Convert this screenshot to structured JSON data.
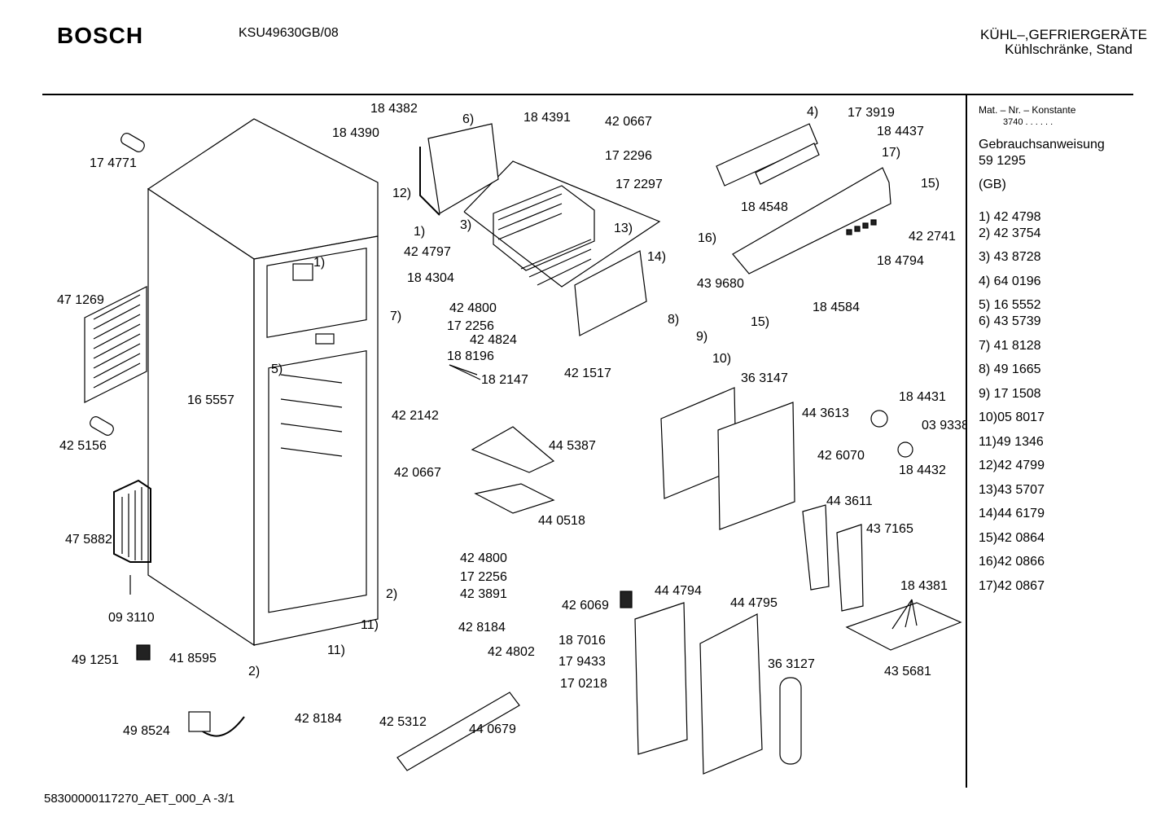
{
  "header": {
    "brand": "BOSCH",
    "model": "KSU49630GB/08",
    "category_line1": "KÜHL–,GEFRIERGERÄTE",
    "category_line2": "Kühlschränke, Stand"
  },
  "footer": {
    "document_id": "58300000117270_AET_000_A -3/1"
  },
  "sidebar": {
    "mat_label": "Mat. – Nr. – Konstante",
    "mat_value": "3740 . . . . . .",
    "manual_label": "Gebrauchsanweisung",
    "manual_number": "59 1295",
    "region": "(GB)",
    "refs": [
      "1) 42 4798",
      "2) 42 3754",
      "3) 43 8728",
      "4) 64 0196",
      "5) 16 5552",
      "6) 43 5739",
      "7) 41 8128",
      "8) 49 1665",
      "9) 17 1508",
      "10)05 8017",
      "11)49 1346",
      "12)42 4799",
      "13)43 5707",
      "14)44 6179",
      "15)42 0864",
      "16)42 0866",
      "17)42 0867"
    ]
  },
  "callouts": [
    "18 4382",
    "18 4390",
    "6)",
    "18 4391",
    "42 0667",
    "4)",
    "17 3919",
    "18 4437",
    "17)",
    "17 4771",
    "17 2296",
    "17 2297",
    "12)",
    "1)",
    "42 4797",
    "3)",
    "13)",
    "14)",
    "15)",
    "18 4548",
    "1)",
    "18 4304",
    "16)",
    "42 2741",
    "43 9680",
    "18 4794",
    "47 1269",
    "7)",
    "42 4800",
    "17 2256",
    "42 4824",
    "18 8196",
    "18 2147",
    "8)",
    "9)",
    "10)",
    "42 1517",
    "36 3147",
    "18 4584",
    "15)",
    "5)",
    "16 5557",
    "42 2142",
    "18 4431",
    "44 3613",
    "03 9338",
    "42 5156",
    "44 5387",
    "42 6070",
    "18 4432",
    "42 0667",
    "44 0518",
    "44 3611",
    "43 7165",
    "47 5882",
    "42 4800",
    "17 2256",
    "42 3891",
    "2)",
    "44 4794",
    "44 4795",
    "42 6069",
    "09 3110",
    "11)",
    "42 8184",
    "18 4381",
    "18 7016",
    "17 9433",
    "17 0218",
    "49 1251",
    "41 8595",
    "2)",
    "11)",
    "42 4802",
    "36 3127",
    "43 5681",
    "42 8184",
    "49 8524",
    "42 5312",
    "44 0679"
  ]
}
